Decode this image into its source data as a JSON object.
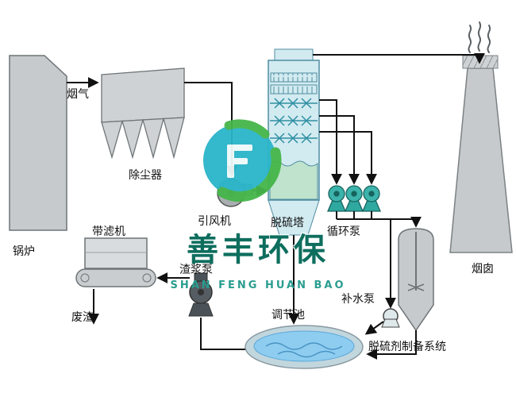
{
  "labels": {
    "flue_gas": "烟气",
    "dust_collector": "除尘器",
    "boiler": "锅炉",
    "id_fan": "引风机",
    "desulfurization_tower": "脱硫塔",
    "circulation_pump": "循环泵",
    "chimney": "烟囱",
    "belt_filter": "带滤机",
    "slurry_pump": "渣浆泵",
    "waste_residue": "废渣",
    "regulating_tank": "调节池",
    "makeup_water_pump": "补水泵",
    "desulfurizer_prep_system": "脱硫剂制备系统"
  },
  "watermark": {
    "cn": "善丰环保",
    "en": "SHAN FENG HUAN BAO"
  },
  "colors": {
    "equipment_gray": "#c6cacc",
    "tower_blue": "#d2ebf1",
    "liquid_green": "#bfe3cd",
    "pump_teal": "#2fa8a0",
    "pool_blue": "#8ecdf0",
    "logo_teal": "#2ab5c9",
    "logo_green": "#45b649",
    "watermark_text": "#0e6e5e",
    "line": "#111111"
  }
}
